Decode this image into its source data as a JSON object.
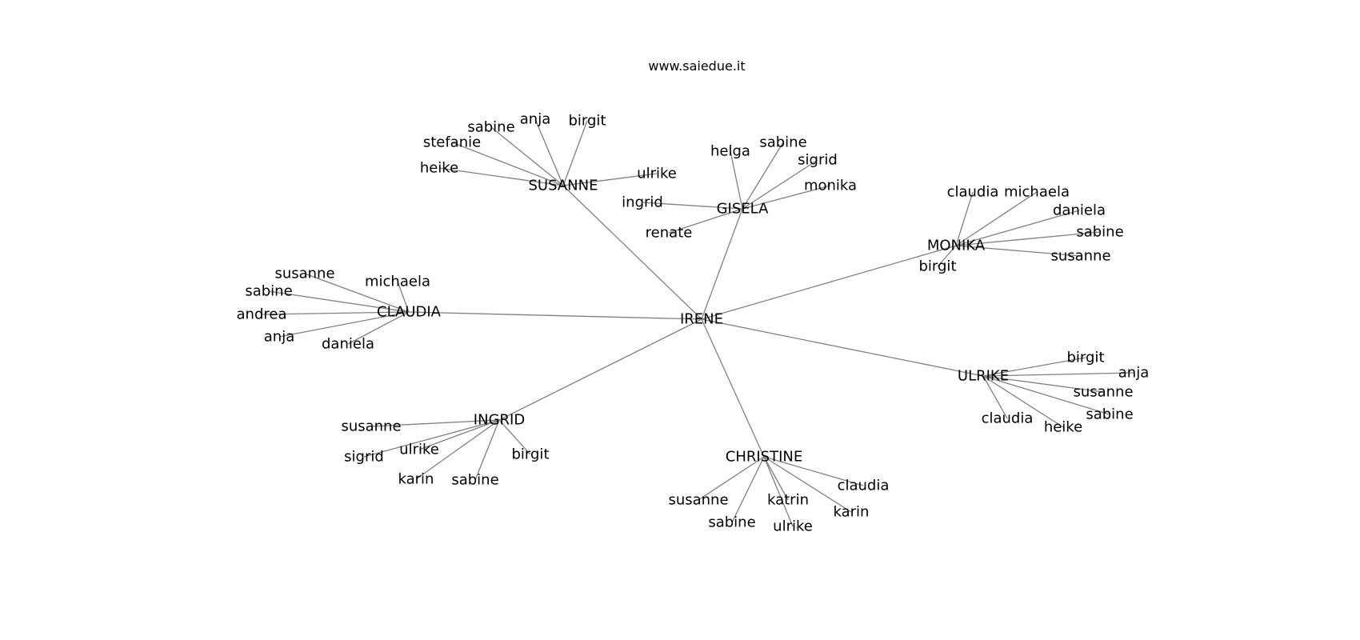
{
  "title": "www.saiedue.it",
  "root": "IRENE",
  "hubs": [
    {
      "name": "SUSANNE",
      "leaves": [
        "heike",
        "stefanie",
        "sabine",
        "anja",
        "birgit",
        "ulrike"
      ]
    },
    {
      "name": "GISELA",
      "leaves": [
        "helga",
        "sabine",
        "sigrid",
        "monika",
        "ingrid",
        "renate"
      ]
    },
    {
      "name": "MONIKA",
      "leaves": [
        "claudia",
        "michaela",
        "daniela",
        "sabine",
        "susanne",
        "birgit"
      ]
    },
    {
      "name": "CLAUDIA",
      "leaves": [
        "susanne",
        "sabine",
        "andrea",
        "anja",
        "daniela",
        "michaela"
      ]
    },
    {
      "name": "ULRIKE",
      "leaves": [
        "birgit",
        "anja",
        "susanne",
        "sabine",
        "heike",
        "claudia"
      ]
    },
    {
      "name": "INGRID",
      "leaves": [
        "susanne",
        "sigrid",
        "ulrike",
        "karin",
        "sabine",
        "birgit"
      ]
    },
    {
      "name": "CHRISTINE",
      "leaves": [
        "susanne",
        "sabine",
        "ulrike",
        "katrin",
        "karin",
        "claudia"
      ]
    }
  ]
}
